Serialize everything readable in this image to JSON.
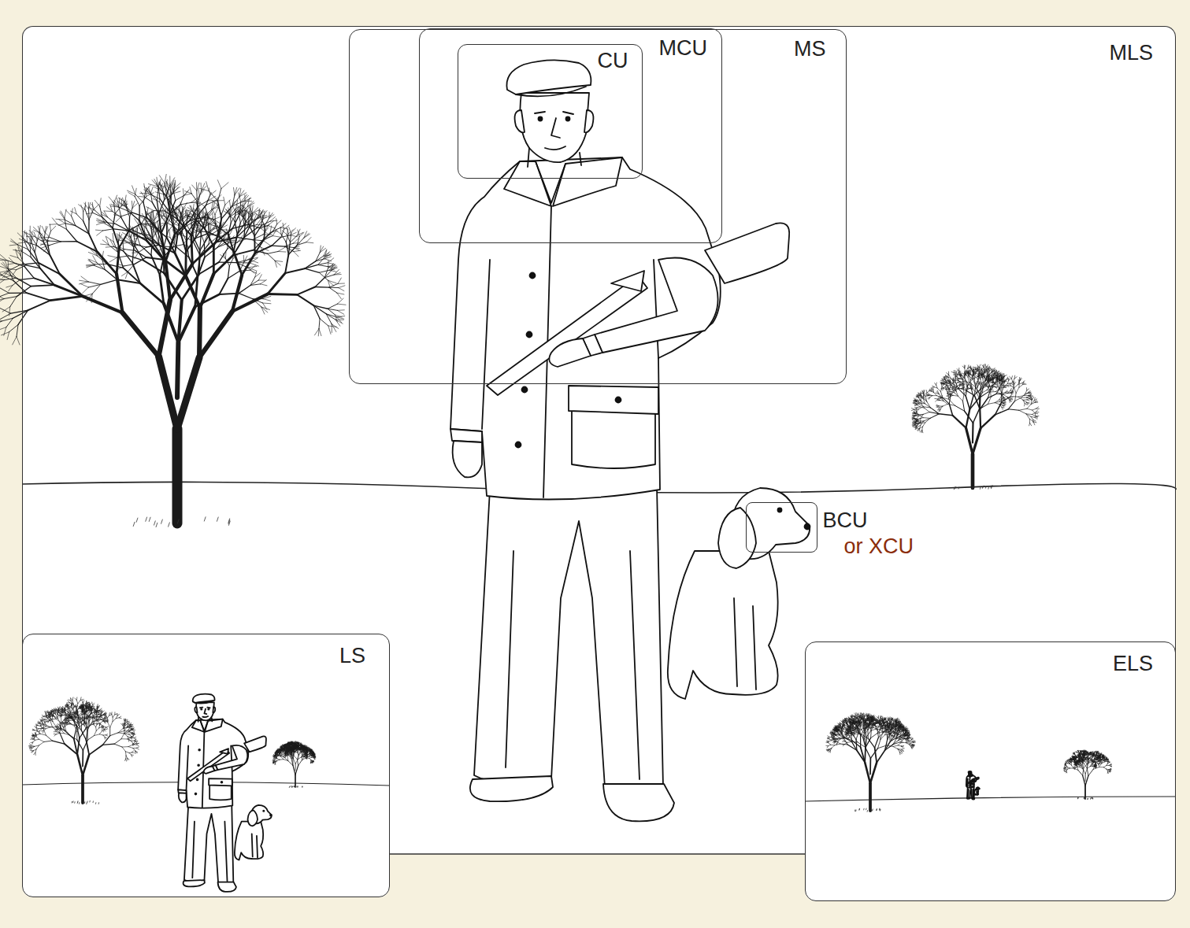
{
  "diagram": {
    "nodes": [
      {
        "text": [
          "MLS"
        ]
      },
      {
        "text": [
          "MS"
        ],
        "in": 0
      },
      {
        "text": [
          "MCU"
        ],
        "in": 1
      },
      {
        "text": [
          "CU"
        ],
        "in": 2
      },
      {
        "text": [
          "BCU",
          "or XCU"
        ],
        "in": 0
      },
      {
        "text": [
          "LS"
        ]
      },
      {
        "text": [
          "ELS"
        ]
      }
    ]
  }
}
